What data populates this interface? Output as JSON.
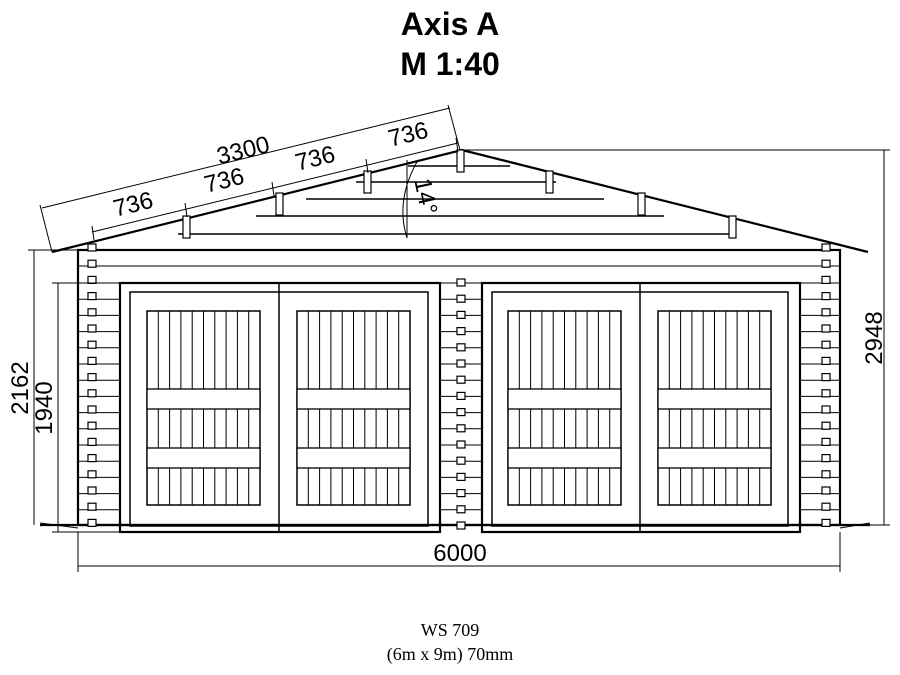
{
  "title": {
    "line1": "Axis A",
    "line2": "M 1:40"
  },
  "caption": {
    "model": "WS 709",
    "spec": "(6m x 9m) 70mm"
  },
  "dimensions": {
    "rafter_total": "3300",
    "rafter_seg_1": "736",
    "rafter_seg_2": "736",
    "rafter_seg_3": "736",
    "rafter_seg_4": "736",
    "roof_angle": "14°",
    "overall_height": "2948",
    "wall_height": "2162",
    "door_height": "1940",
    "width": "6000"
  }
}
